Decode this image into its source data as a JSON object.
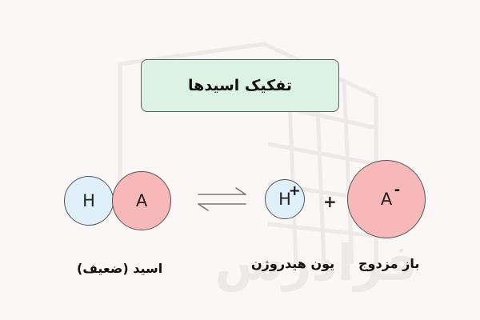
{
  "title": "تفکیک اسیدها",
  "species": {
    "acid_h": "H",
    "acid_a": "A",
    "proton": "H",
    "proton_charge": "+",
    "base": "A",
    "base_charge": "-"
  },
  "plus_sign": "+",
  "labels": {
    "acid": "اسید (ضعیف)",
    "hydrogen_ion": "یون هیدروژن",
    "conjugate_base": "باز مزدوج"
  },
  "watermark_text": "فرادرس",
  "colors": {
    "title_bg": "#dcf2e2",
    "hydrogen_fill": "#dff0fb",
    "anion_fill": "#f6b8b8",
    "outline": "#555555"
  }
}
